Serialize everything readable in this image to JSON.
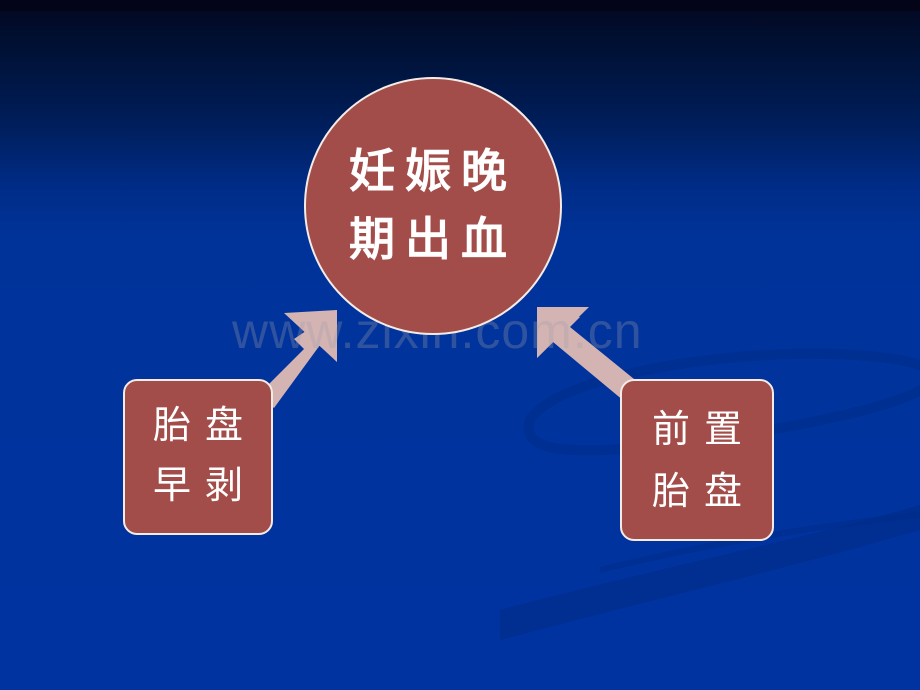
{
  "slide": {
    "background_colors": [
      "#03051a",
      "#0033a0"
    ],
    "center_node": {
      "line1": "妊娠晚",
      "line2": "期出血",
      "fill": "#a34d4a",
      "border": "#f3ece6"
    },
    "left_node": {
      "line1": "胎盘",
      "line2": "早剥",
      "fill": "#a34d4a"
    },
    "right_node": {
      "line1": "前置",
      "line2": "胎盘",
      "fill": "#a34d4a"
    },
    "arrow_color": "#d4b3b3",
    "watermark": "www.zixin.com.cn"
  }
}
